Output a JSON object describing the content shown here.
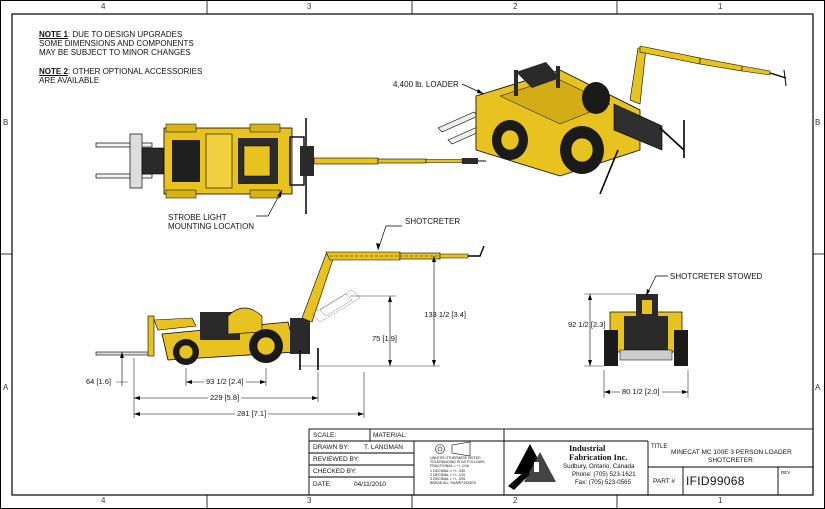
{
  "zones": {
    "top": [
      "4",
      "3",
      "2",
      "1"
    ],
    "bottom": [
      "4",
      "3",
      "2",
      "1"
    ],
    "left": [
      "B",
      "A"
    ],
    "right": [
      "B",
      "A"
    ]
  },
  "notes": {
    "note1_label": "NOTE 1",
    "note1_line1": ": DUE TO DESIGN UPGRADES",
    "note1_line2": "SOME DIMENSIONS AND COMPONENTS",
    "note1_line3": "MAY BE SUBJECT TO MINOR CHANGES",
    "note2_label": "NOTE 2",
    "note2_line1": ": OTHER OPTIONAL ACCESSORIES",
    "note2_line2": "ARE AVAILABLE"
  },
  "callouts": {
    "loader": "4,400 lb. LOADER",
    "strobe_line1": "STROBE LIGHT",
    "strobe_line2": "MOUNTING LOCATION",
    "shotcreter": "SHOTCRETER",
    "shotcreter_stowed": "SHOTCRETER STOWED"
  },
  "dimensions": {
    "boom_height": "133 1/2 [3.4]",
    "stowed_height": "75 [1.9]",
    "front_height": "92 1/2 [2.3]",
    "front_width": "80 1/2 [2.0]",
    "fork_height": "64 [1.6]",
    "wheelbase": "93 1/2 [2.4]",
    "length_229": "229 [5.8]",
    "length_281": "281 [7.1]"
  },
  "title_block": {
    "scale_label": "SCALE:",
    "material_label": "MATERIAL:",
    "drawn_by_label": "DRAWN BY:",
    "drawn_by_value": "T. LANGMAN",
    "reviewed_by_label": "REVIEWED BY:",
    "checked_by_label": "CHECKED BY:",
    "date_label": "DATE:",
    "date_value": "04/11/2010",
    "tolerance_lines": [
      "UNLESS OTHERWISE NOTED",
      "TOLERANCING IS AS FOLLOWS:",
      "FRACTIONAL = +/- 1/16",
      "1 DECIMAL = +/- .030",
      "2 DECIMAL = +/- .010",
      "3 DECIMAL = +/- .005",
      "BREAK ALL SHARP EDGES"
    ],
    "company_line1": "Industrial",
    "company_line2": "Fabrication Inc.",
    "address": "Sudbury, Ontario, Canada",
    "phone": "Phone: (705) 523-1621",
    "fax": "Fax: (705) 523-0565",
    "title_label": "TITLE",
    "title_line1": "MINECAT MC 100E 3 PERSON LOADER",
    "title_line2": "SHOTCRETER",
    "part_label": "PART #",
    "part_number": "IFID99068",
    "rev_label": "REV"
  },
  "colors": {
    "machine_yellow": "#e8c21e",
    "machine_dark": "#1f1f1f",
    "line": "#000000"
  }
}
